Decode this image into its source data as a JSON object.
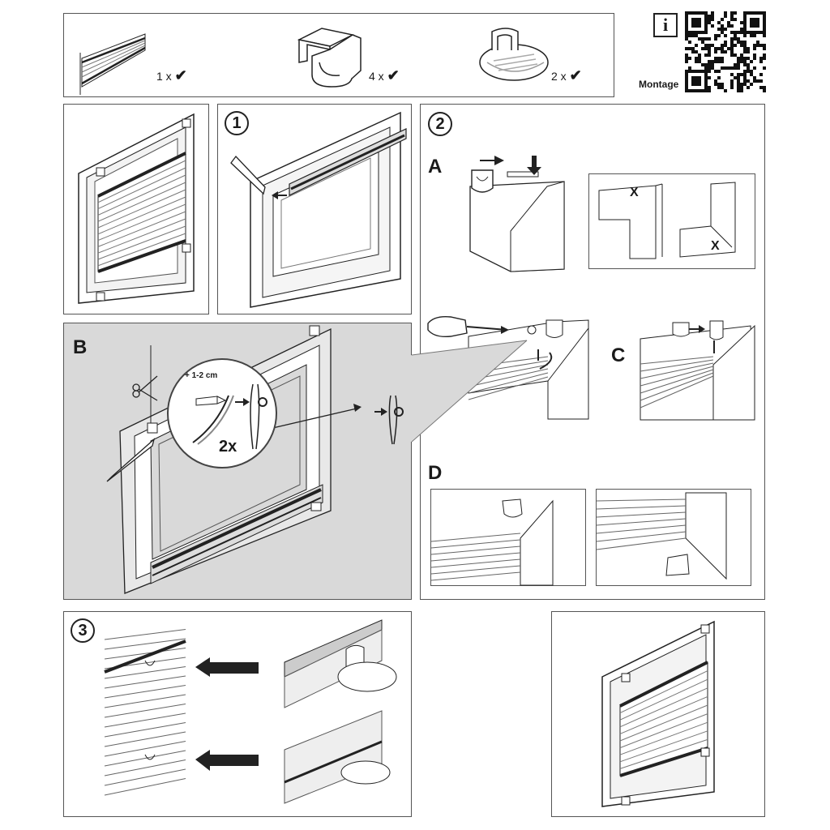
{
  "parts": [
    {
      "name": "Plissee",
      "count": "1 x",
      "check": "✔"
    },
    {
      "name": "Klemmträger",
      "count": "4 x",
      "check": "✔"
    },
    {
      "name": "Bediengriff",
      "count": "2 x",
      "check": "✔"
    }
  ],
  "info": {
    "icon": "i",
    "label": "Montage"
  },
  "steps": {
    "one": "1",
    "two": "2",
    "three": "3"
  },
  "substeps": {
    "a": "A",
    "b": "B",
    "c": "C",
    "d": "D"
  },
  "annotations": {
    "extra_length": "+ 1-2 cm",
    "times": "2x",
    "mark_x": "X"
  },
  "colors": {
    "line": "#222222",
    "panel": "#d9d9d9",
    "frame": "#555555"
  }
}
